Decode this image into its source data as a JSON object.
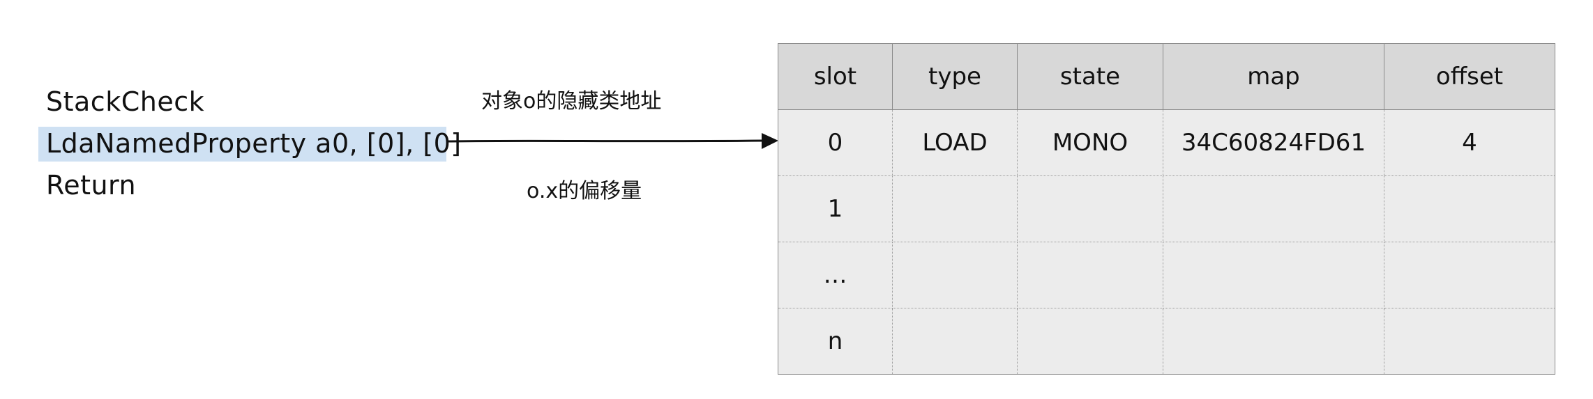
{
  "bytecode": [
    "StackCheck",
    "LdaNamedProperty a0, [0], [0]",
    "Return"
  ],
  "annotations": {
    "hidden_class_address": "对象o的隐藏类地址",
    "property_offset": "o.x的偏移量"
  },
  "table": {
    "headers": [
      "slot",
      "type",
      "state",
      "map",
      "offset"
    ],
    "rows": [
      [
        "0",
        "LOAD",
        "MONO",
        "34C60824FD61",
        "4"
      ],
      [
        "1",
        "",
        "",
        "",
        ""
      ],
      [
        "…",
        "",
        "",
        "",
        ""
      ],
      [
        "n",
        "",
        "",
        "",
        ""
      ]
    ]
  },
  "colors": {
    "highlight": "#cfe1f3",
    "header_fill": "#d8d8d8",
    "cell_fill": "#ececec"
  }
}
